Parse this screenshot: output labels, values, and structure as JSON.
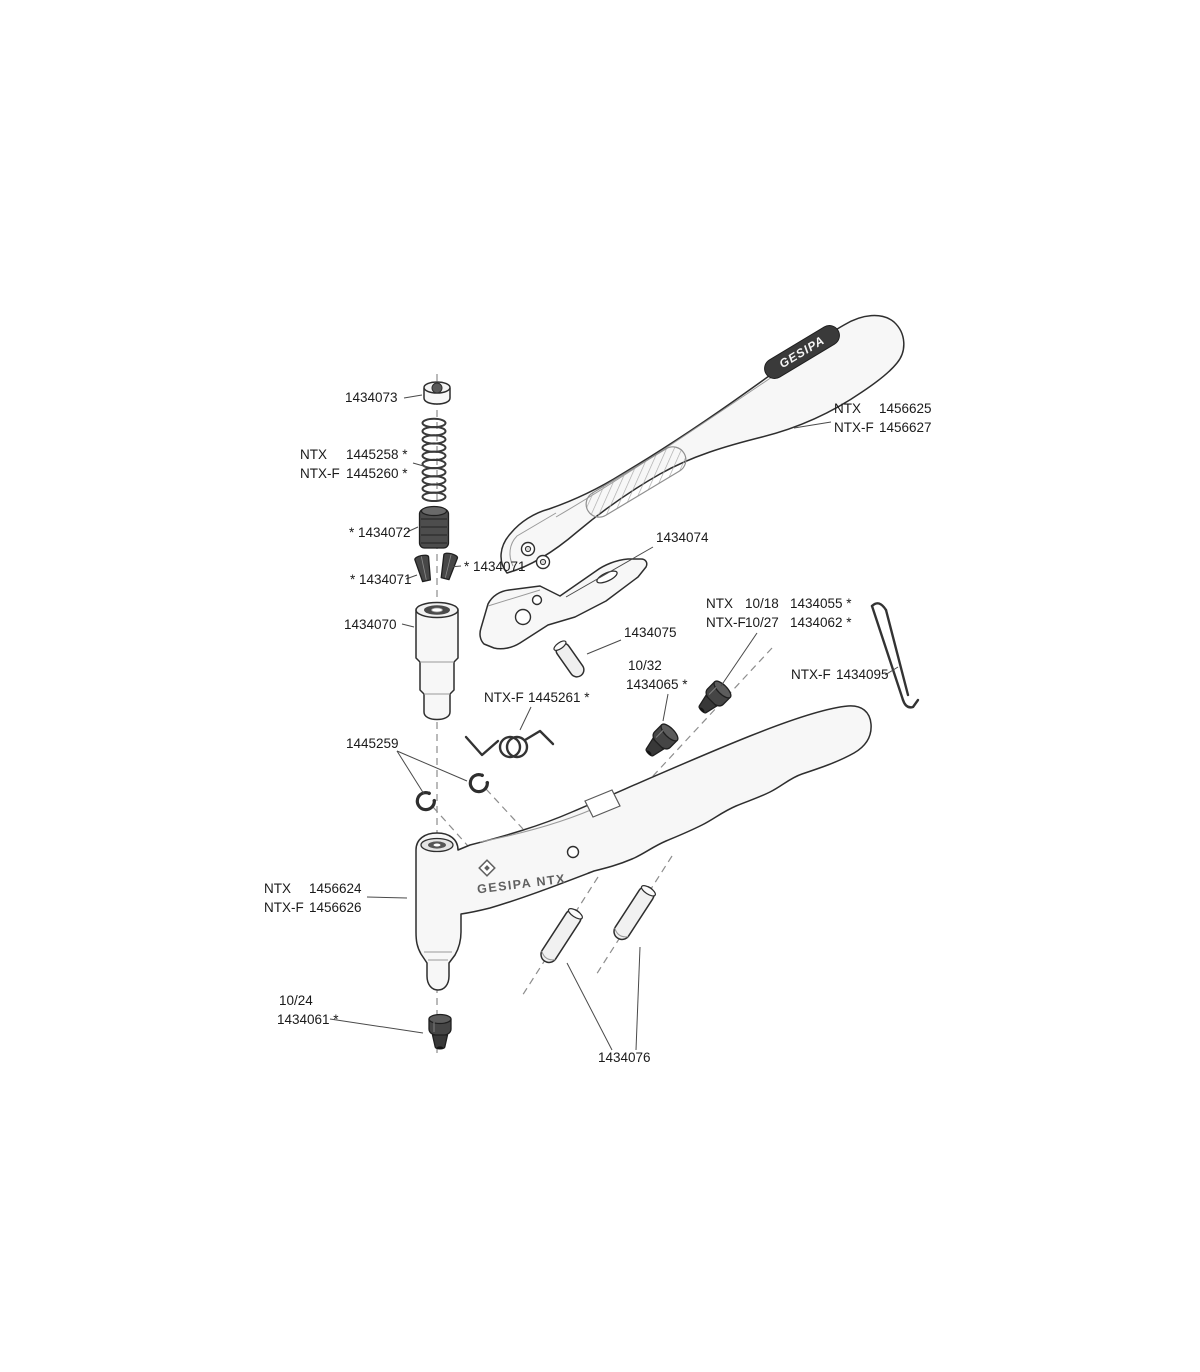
{
  "diagram_title": "GESIPA NTX hand riveter exploded parts diagram",
  "labels": {
    "cap": "1434073",
    "spring_model_1": "NTX",
    "spring_id_1": "1445258 *",
    "spring_model_2": "NTX-F",
    "spring_id_2": "1445260 *",
    "rubber_sleeve": "* 1434072",
    "jaw_right": "* 1434071",
    "jaw_left": "* 1434071",
    "guide_sleeve": "1434070",
    "lever_plate": "1434074",
    "pin_small": "1434075",
    "nose_top_model_1": "NTX",
    "nose_top_size_1": "10/18",
    "nose_top_id_1": "1434055 *",
    "nose_top_model_2": "NTX-F",
    "nose_top_size_2": "10/27",
    "nose_top_id_2": "1434062 *",
    "nose_mid_size": "10/32",
    "nose_mid_id": "1434065 *",
    "hanger_model": "NTX-F",
    "hanger_id": "1434095",
    "torsion_model": "NTX-F",
    "torsion_id": "1445261 *",
    "rings": "1445259",
    "handle_model_1": "NTX",
    "handle_id_1": "1456625",
    "handle_model_2": "NTX-F",
    "handle_id_2": "1456627",
    "body_model_1": "NTX",
    "body_id_1": "1456624",
    "body_model_2": "NTX-F",
    "body_id_2": "1456626",
    "nose_bottom_size": "10/24",
    "nose_bottom_id": "1434061 *",
    "pins": "1434076"
  },
  "logos": {
    "handle": "GESIPA",
    "body": "GESIPA NTX"
  },
  "colors": {
    "ink": "#1a1a1a",
    "part_fill": "#f7f7f7",
    "dark_part": "#474747"
  }
}
